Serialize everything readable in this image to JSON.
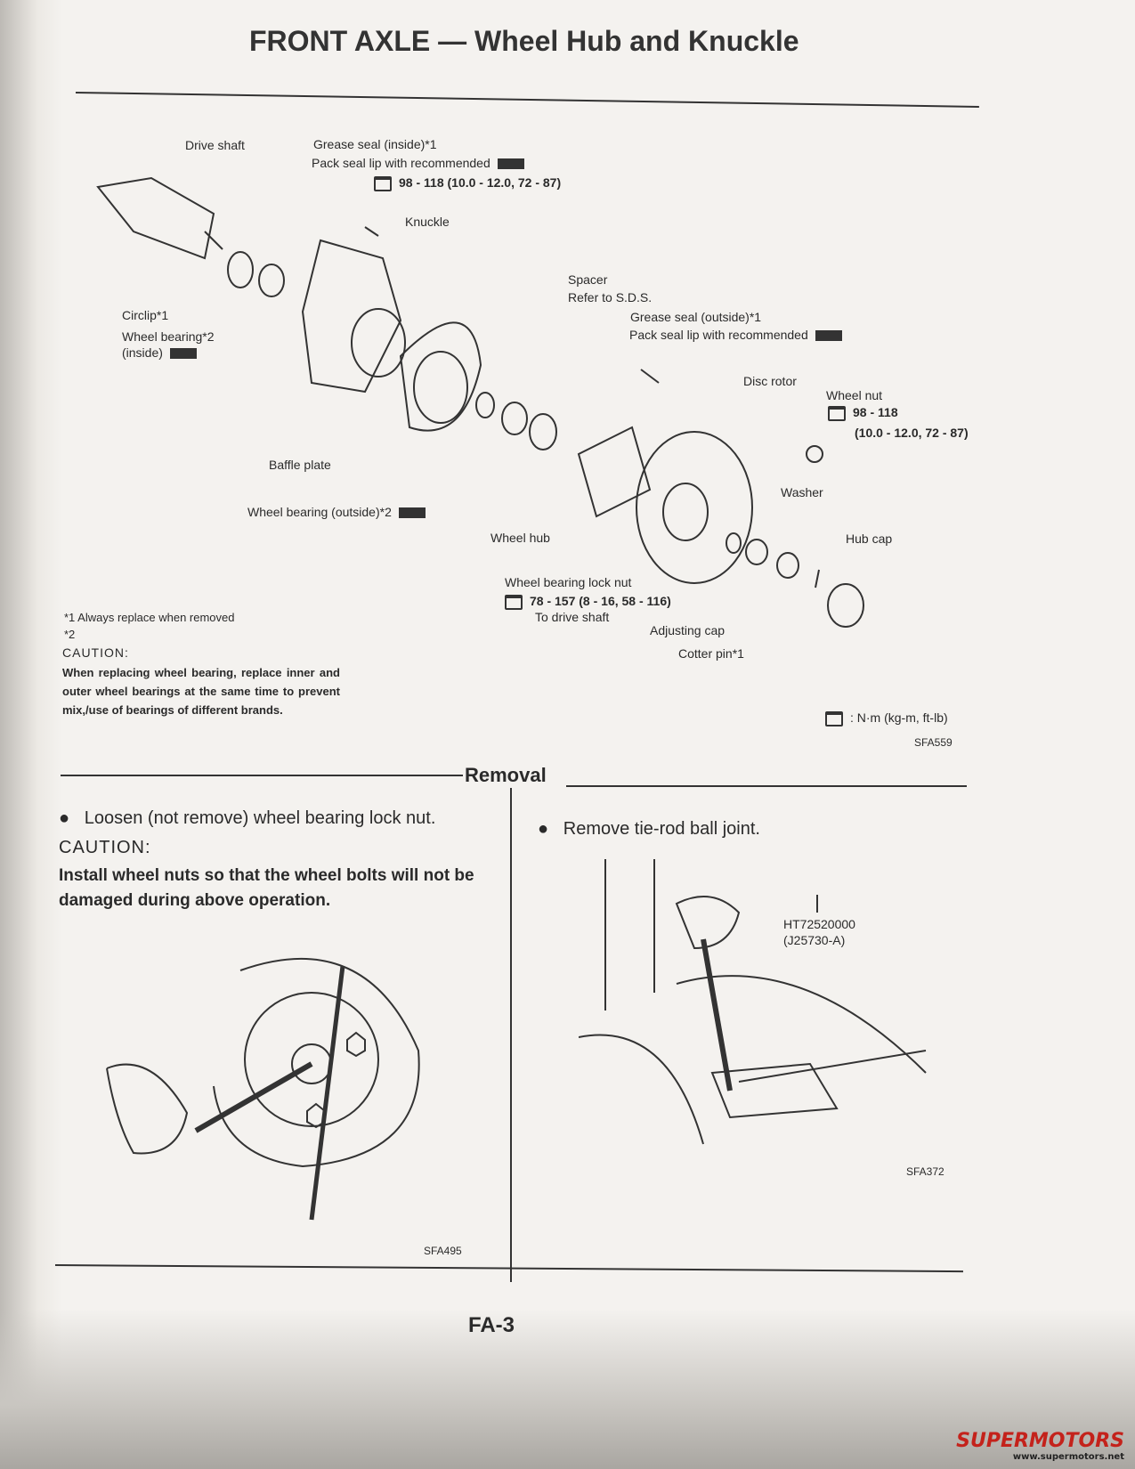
{
  "title": "FRONT AXLE — Wheel Hub and Knuckle",
  "labels": {
    "drive_shaft": "Drive shaft",
    "grease_seal_inside": "Grease seal (inside)*1",
    "pack_seal_lip": "Pack seal lip with recommended",
    "torque_knuckle": "98 - 118 (10.0 - 12.0, 72 - 87)",
    "knuckle": "Knuckle",
    "spacer": "Spacer",
    "refer_sds": "Refer to S.D.S.",
    "grease_seal_outside": "Grease seal (outside)*1",
    "pack_seal_lip_2": "Pack seal lip with recommended",
    "circlip": "Circlip*1",
    "wheel_bearing_inside": "Wheel bearing*2",
    "inside": "(inside)",
    "disc_rotor": "Disc rotor",
    "wheel_nut": "Wheel nut",
    "wheel_nut_torque_1": "98 - 118",
    "wheel_nut_torque_2": "(10.0 - 12.0, 72 - 87)",
    "baffle_plate": "Baffle plate",
    "washer": "Washer",
    "wheel_bearing_outside": "Wheel bearing (outside)*2",
    "wheel_hub": "Wheel hub",
    "hub_cap": "Hub cap",
    "lock_nut": "Wheel bearing lock nut",
    "lock_nut_torque": "78 - 157 (8 - 16, 58 - 116)",
    "to_drive_shaft": "To drive shaft",
    "adjusting_cap": "Adjusting cap",
    "cotter_pin": "Cotter pin*1",
    "unit_legend": ": N·m (kg-m, ft-lb)",
    "fig1": "SFA559"
  },
  "notes": {
    "note1": "*1 Always replace when removed",
    "note2": "*2",
    "caution": "CAUTION:",
    "caution_text": "When replacing wheel bearing, replace inner and outer wheel bearings at the same time to prevent mix,/use of bearings of different brands."
  },
  "removal": {
    "heading": "Removal",
    "step1": "Loosen (not remove) wheel bearing lock nut.",
    "caution": "CAUTION:",
    "caution_text": "Install wheel nuts so that the wheel bolts will not be damaged during above operation.",
    "fig2": "SFA495",
    "step2": "Remove tie-rod ball joint.",
    "tool_1": "HT72520000",
    "tool_2": "(J25730-A)",
    "fig3": "SFA372"
  },
  "page_number": "FA-3",
  "watermark": "SUPERMOTORS",
  "watermark_url": "www.supermotors.net"
}
